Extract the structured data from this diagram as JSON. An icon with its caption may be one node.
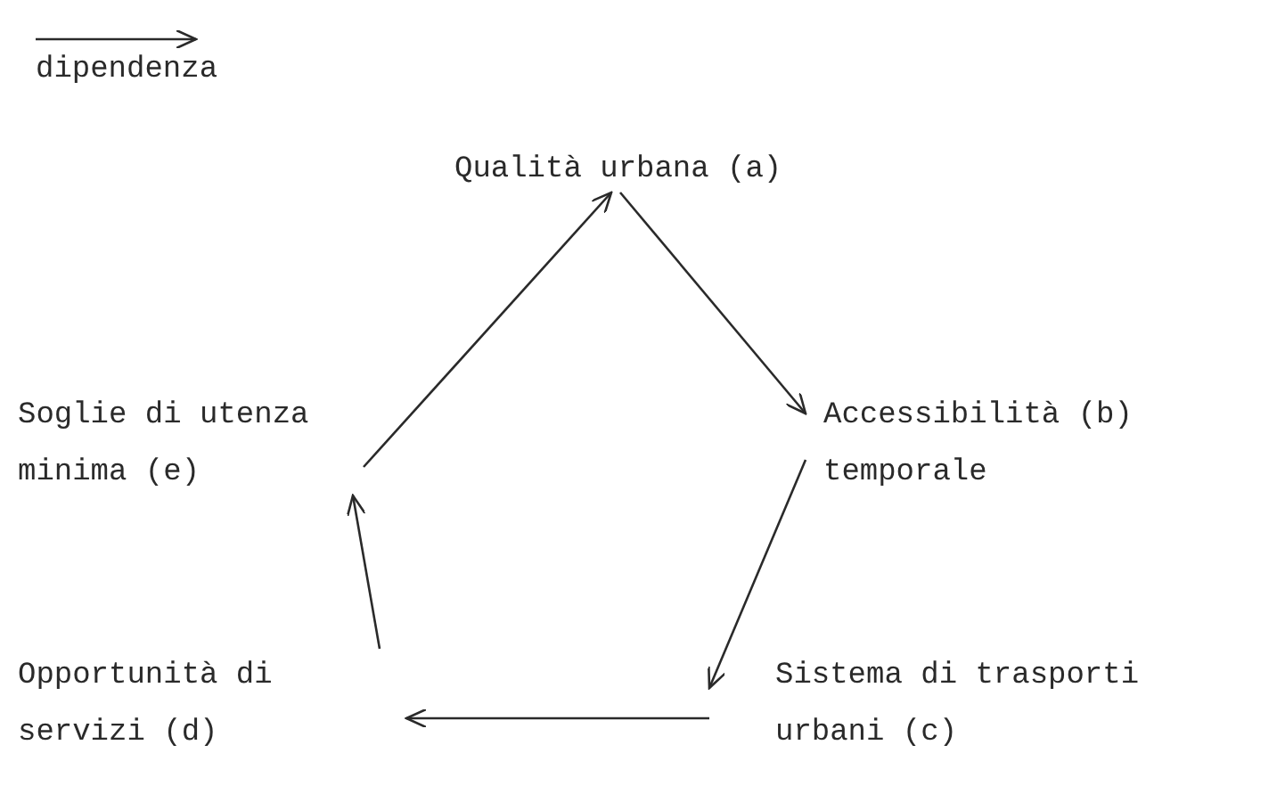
{
  "diagram": {
    "nodes": [
      {
        "text": [
          "Qualità urbana (a)"
        ]
      },
      {
        "text": [
          "Accessibilità (b) temporale"
        ]
      },
      {
        "text": [
          "Sistema di trasporti urbani (c)"
        ]
      },
      {
        "text": [
          "Opportunità di servizi (d)"
        ]
      },
      {
        "text": [
          "Soglie di utenza minima (e)"
        ]
      }
    ],
    "edges": [
      {
        "from": 0,
        "to": 1,
        "arrow": "to"
      },
      {
        "from": 1,
        "to": 2,
        "arrow": "to"
      },
      {
        "from": 2,
        "to": 3,
        "arrow": "to"
      },
      {
        "from": 3,
        "to": 4,
        "arrow": "to"
      },
      {
        "from": 4,
        "to": 0,
        "arrow": "to"
      }
    ],
    "legend": [
      {
        "text": "dipendenza"
      }
    ]
  }
}
